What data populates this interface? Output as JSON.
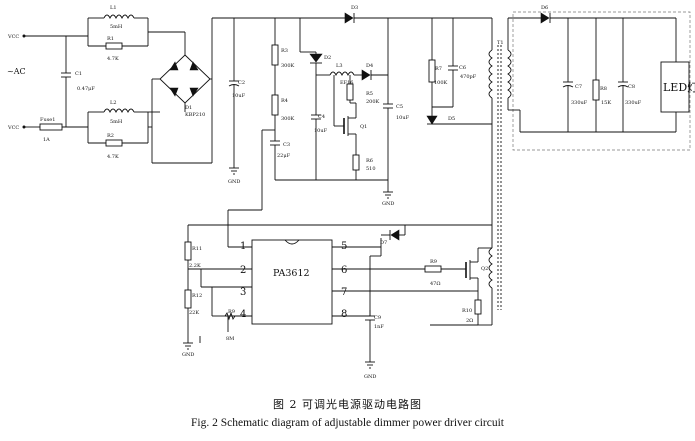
{
  "figure": {
    "caption_zh": "图 2   可调光电源驱动电路图",
    "caption_en": "Fig. 2   Schematic diagram of adjustable dimmer power driver circuit"
  },
  "labels": {
    "vcc1": "VCC",
    "vcc2": "VCC",
    "ac": "~AC",
    "l1": "L1",
    "l1_val": "5mH",
    "r1": "R1",
    "r1_val": "4.7K",
    "l2": "L2",
    "l2_val": "5mH",
    "r2": "R2",
    "r2_val": "4.7K",
    "c1": "C1",
    "c1_val": "0.47μF",
    "fuse": "Fuse1",
    "fuse_val": "1A",
    "d1": "D1",
    "d1_val": "KBP210",
    "c2": "C2",
    "c2_val": "10uF",
    "gnd1": "GND",
    "r3": "R3",
    "r3_val": "300K",
    "r4": "R4",
    "r4_val": "300K",
    "c3": "C3",
    "c3_val": "22μF",
    "d2": "D2",
    "l3": "L3",
    "l3_val": "EF16",
    "c4": "C4",
    "c4_val": "10uF",
    "d4": "D4",
    "r5": "R5",
    "r5_val": "200K",
    "q1": "Q1",
    "r6": "R6",
    "r6_val": "510",
    "c5": "C5",
    "c5_val": "10uF",
    "gnd2": "GND",
    "d3": "D3",
    "r7": "R7",
    "r7_val": "100K",
    "c6": "C6",
    "c6_val": "470pF",
    "d5": "D5",
    "t1": "T1",
    "d6": "D6",
    "c7": "C7",
    "c7_val": "330uF",
    "r8": "R8",
    "r8_val": "15K",
    "c8": "C8",
    "c8_val": "330uF",
    "led": "LED灯",
    "r11": "R11",
    "r11_val": "2.2K",
    "r12": "R12",
    "r12_val": "22K",
    "r9": "R9",
    "r9_val": "8M",
    "gnd3": "GND",
    "ic": "PA3612",
    "d7": "D7",
    "r9b": "R9",
    "r9b_val": "47Ω",
    "q2": "Q2",
    "r10": "R10",
    "r10_val": "2Ω",
    "c9": "C9",
    "c9_val": "1nF",
    "gnd4": "GND"
  },
  "ic_pins": {
    "left": [
      "1",
      "2",
      "3",
      "4"
    ],
    "right": [
      "5",
      "6",
      "7",
      "8"
    ]
  }
}
